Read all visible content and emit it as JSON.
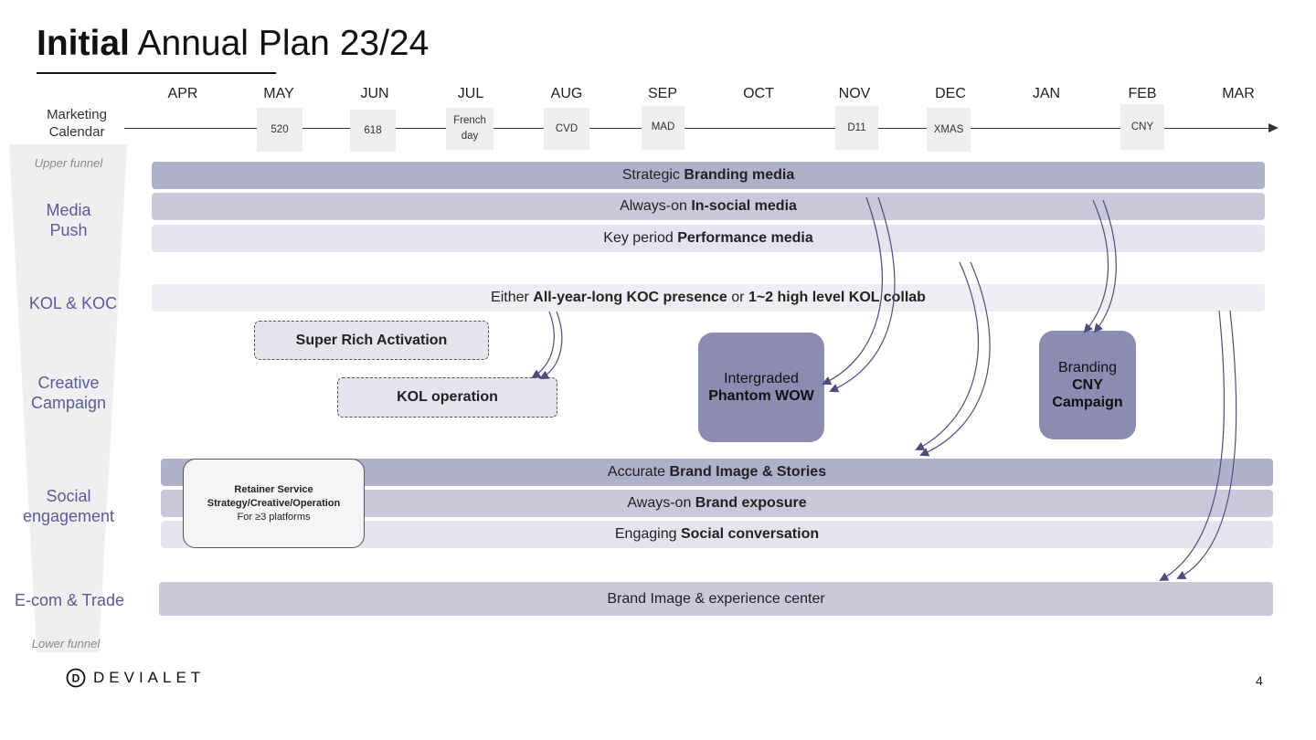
{
  "title": {
    "bold": "Initial",
    "rest": "Annual Plan 23/24"
  },
  "months": [
    "APR",
    "MAY",
    "JUN",
    "JUL",
    "AUG",
    "SEP",
    "OCT",
    "NOV",
    "DEC",
    "JAN",
    "FEB",
    "MAR"
  ],
  "calendar": {
    "label_line1": "Marketing",
    "label_line2": "Calendar",
    "events": {
      "may": "520",
      "jun": "618",
      "jul_line1": "French",
      "jul_line2": "day",
      "aug": "CVD",
      "sep": "MAD",
      "nov": "D11",
      "dec": "XMAS",
      "feb": "CNY"
    }
  },
  "funnel": {
    "top": "Upper funnel",
    "bottom": "Lower funnel",
    "rows": {
      "media_1": "Media",
      "media_2": "Push",
      "kol": "KOL & KOC",
      "creative_1": "Creative",
      "creative_2": "Campaign",
      "social_1": "Social",
      "social_2": "engagement",
      "ecom": "E-com & Trade"
    }
  },
  "media_bars": {
    "branding": {
      "pre": "Strategic ",
      "bold": "Branding media"
    },
    "insocial": {
      "pre": "Always-on ",
      "bold": "In-social media"
    },
    "performance": {
      "pre": "Key period ",
      "bold": "Performance media"
    }
  },
  "kol_bar": {
    "pre": "Either ",
    "bold1": "All-year-long KOC presence",
    "mid": " or ",
    "bold2": "1~2 high level KOL collab"
  },
  "creative": {
    "super_rich": "Super Rich Activation",
    "kol_operation": "KOL operation",
    "phantom_line1": "Intergraded",
    "phantom_line2": "Phantom WOW",
    "cny_line1": "Branding",
    "cny_line2": "CNY",
    "cny_line3": "Campaign"
  },
  "social_bars": {
    "brand_image": {
      "pre": "Accurate ",
      "bold": "Brand Image & Stories"
    },
    "exposure": {
      "pre": "Aways-on ",
      "bold": "Brand exposure"
    },
    "conversation": {
      "pre": "Engaging ",
      "bold": "Social conversation"
    }
  },
  "retainer": {
    "line1": "Retainer Service",
    "line2": "Strategy/Creative/Operation",
    "line3": "For ≥3 platforms"
  },
  "ecom_bar": "Brand Image & experience center",
  "logo": {
    "mark": "D",
    "text": "DEVIALET"
  },
  "page_number": "4",
  "colors": {
    "accent_label": "#5c5a96",
    "tile": "#8c8bb1",
    "bar_dark": "#b1b0cb",
    "bar_mid": "#cac9dc",
    "bar_light": "#e5e4ee",
    "arrow": "#4e4c7e"
  }
}
